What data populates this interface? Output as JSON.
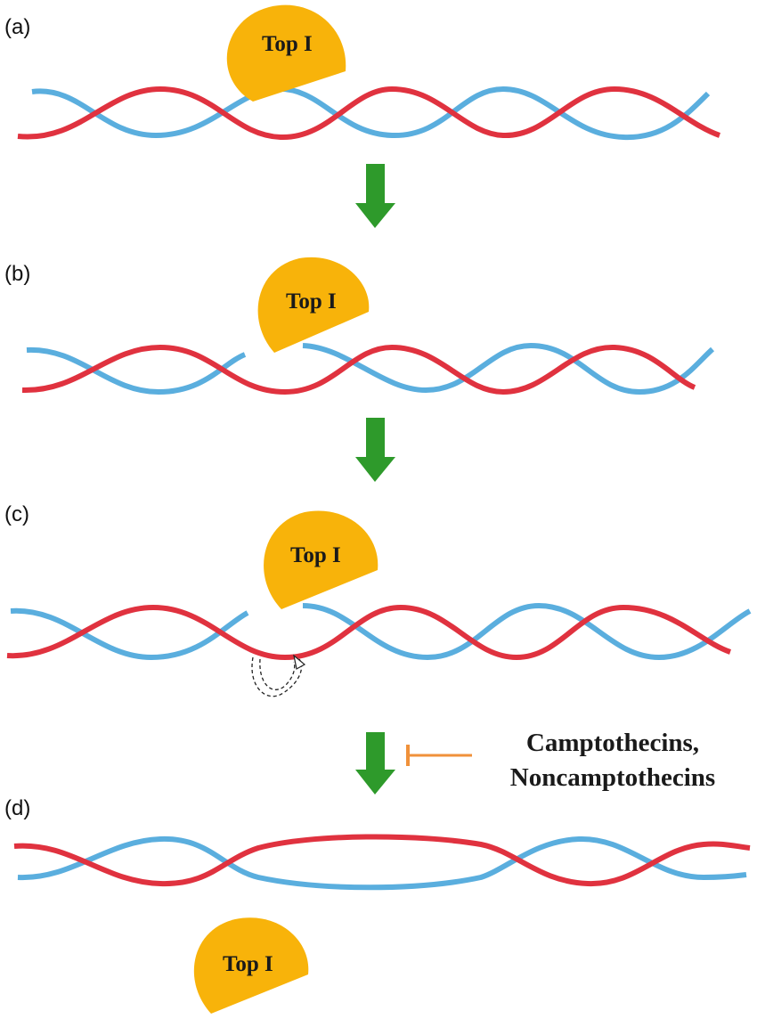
{
  "panels": [
    {
      "label": "(a)",
      "enzyme_label": "Top I"
    },
    {
      "label": "(b)",
      "enzyme_label": "Top I"
    },
    {
      "label": "(c)",
      "enzyme_label": "Top I"
    },
    {
      "label": "(d)",
      "enzyme_label": "Top I"
    }
  ],
  "inhibitor": {
    "line1": "Camptothecins,",
    "line2": "Noncamptothecins"
  },
  "colors": {
    "strand_red": "#e0323f",
    "strand_blue": "#5aaede",
    "strand_dark_blue": "#3a86c0",
    "enzyme": "#f8b30a",
    "arrow": "#2e9a2b",
    "inhibition": "#f0913a",
    "rotation_path": "#222222"
  }
}
